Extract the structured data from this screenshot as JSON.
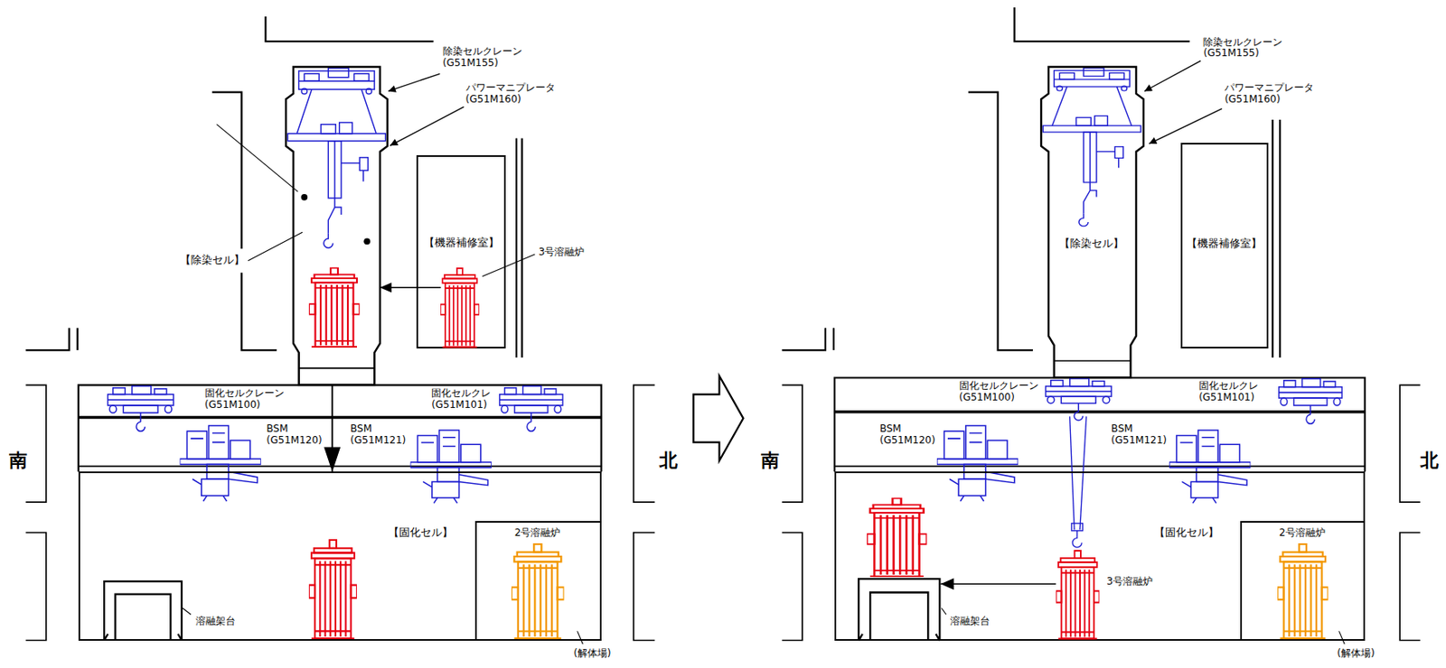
{
  "diagram": {
    "nodes": [
      {
        "text": [
          "【除染セル】"
        ]
      },
      {
        "text": [
          "【機器補修室】"
        ]
      },
      {
        "text": [
          "3号溶融炉"
        ],
        "in": 1
      },
      {
        "text": [
          "【固化セル】"
        ]
      },
      {
        "text": [
          "(解体場)"
        ],
        "in": 3
      },
      {
        "text": [
          "2号溶融炉"
        ],
        "in": 4
      },
      {
        "text": [
          "溶融架台"
        ],
        "in": 3
      },
      {
        "text": [
          "【除染セル】"
        ]
      },
      {
        "text": [
          "【機器補修室】"
        ]
      },
      {
        "text": [
          "【固化セル】"
        ]
      },
      {
        "text": [
          "(解体場)"
        ],
        "in": 9
      },
      {
        "text": [
          "2号溶融炉"
        ],
        "in": 10
      },
      {
        "text": [
          "溶融架台"
        ],
        "in": 9
      },
      {
        "text": [
          "3号溶融炉"
        ],
        "in": 9
      }
    ],
    "edges": [
      {
        "from": 2,
        "to": 0,
        "arrow": "to"
      },
      {
        "from": 0,
        "to": 3,
        "arrow": "to"
      },
      {
        "from": 13,
        "to": 12,
        "arrow": "to"
      }
    ],
    "labels": [
      "除染セルクレーン (G51M155)",
      "パワーマニプレータ (G51M160)",
      "固化セルクレーン (G51M100)",
      "固化セルクレ (G51M101)",
      "BSM (G51M120)",
      "BSM (G51M121)",
      "南",
      "北",
      "除染セルクレーン (G51M155)",
      "パワーマニプレータ (G51M160)",
      "固化セルクレーン (G51M100)",
      "固化セルクレ (G51M101)",
      "BSM (G51M120)",
      "BSM (G51M121)",
      "南",
      "北"
    ]
  }
}
